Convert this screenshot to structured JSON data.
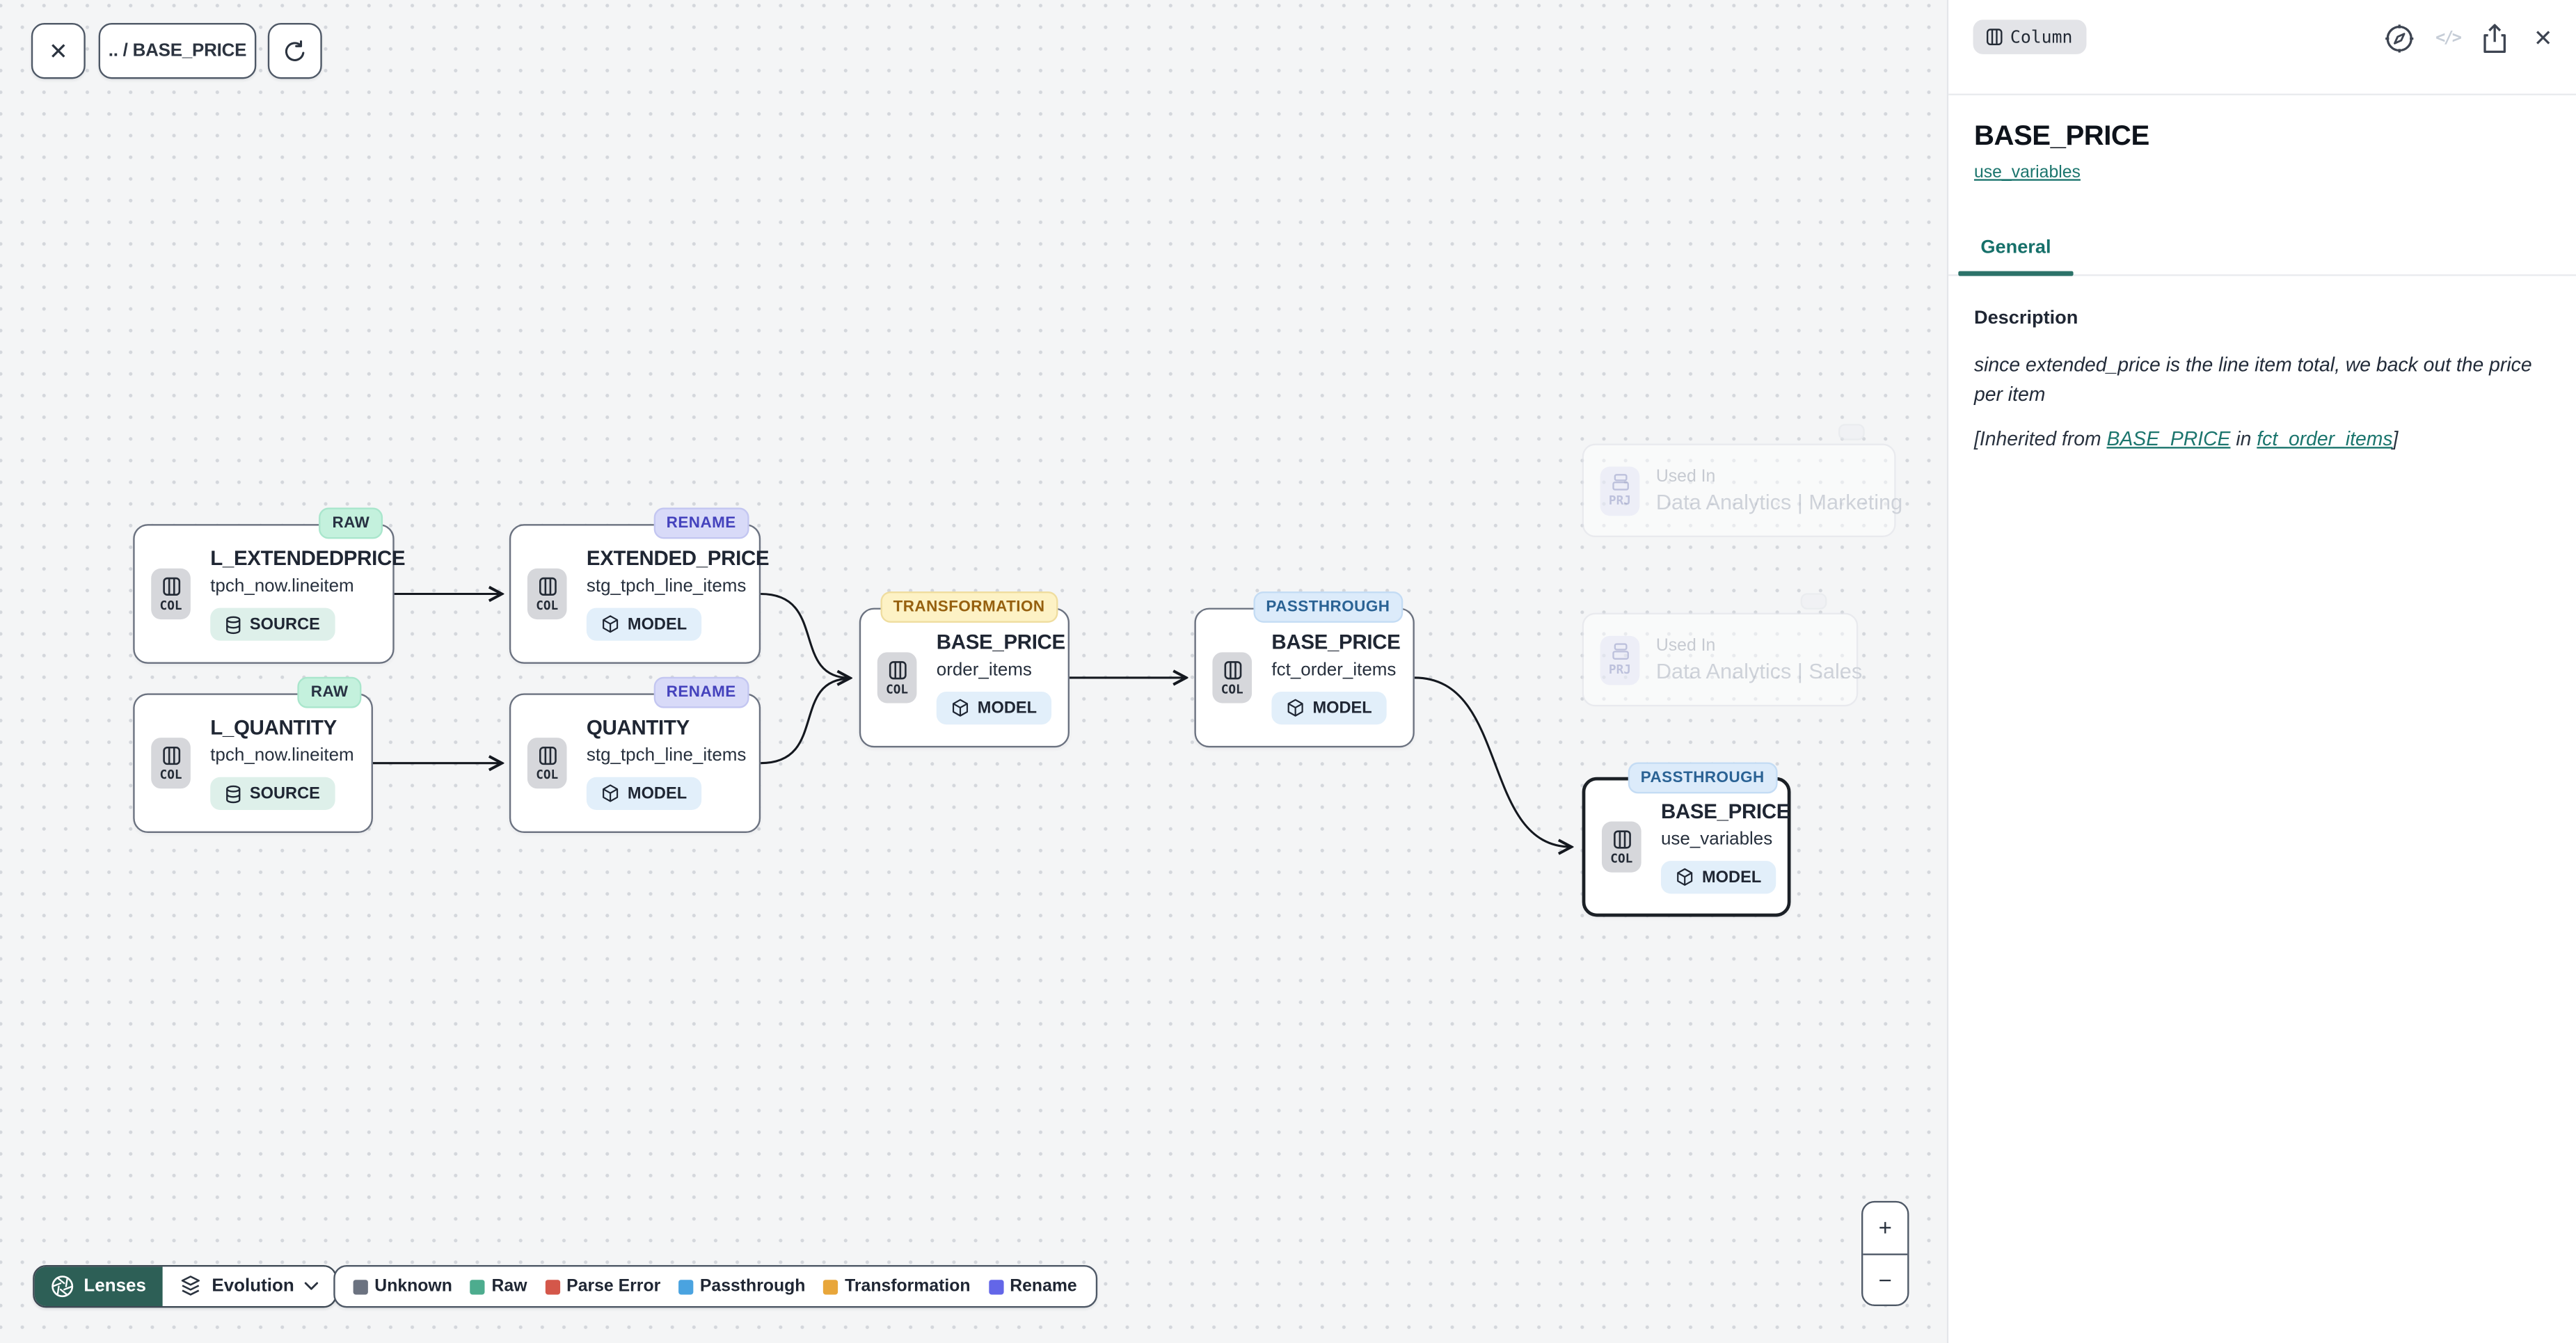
{
  "canvas": {
    "toolbar": {
      "close_glyph": "✕",
      "breadcrumb": ".. / BASE_PRICE"
    },
    "nodes": [
      {
        "badge": "RAW",
        "kind": "COL",
        "title": "L_EXTENDEDPRICE",
        "subtitle": "tpch_now.lineitem",
        "chip": "SOURCE"
      },
      {
        "badge": "RENAME",
        "kind": "COL",
        "title": "EXTENDED_PRICE",
        "subtitle": "stg_tpch_line_items",
        "chip": "MODEL"
      },
      {
        "badge": "RAW",
        "kind": "COL",
        "title": "L_QUANTITY",
        "subtitle": "tpch_now.lineitem",
        "chip": "SOURCE"
      },
      {
        "badge": "RENAME",
        "kind": "COL",
        "title": "QUANTITY",
        "subtitle": "stg_tpch_line_items",
        "chip": "MODEL"
      },
      {
        "badge": "TRANSFORMATION",
        "kind": "COL",
        "title": "BASE_PRICE",
        "subtitle": "order_items",
        "chip": "MODEL"
      },
      {
        "badge": "PASSTHROUGH",
        "kind": "COL",
        "title": "BASE_PRICE",
        "subtitle": "fct_order_items",
        "chip": "MODEL"
      },
      {
        "badge": "PASSTHROUGH",
        "kind": "COL",
        "title": "BASE_PRICE",
        "subtitle": "use_variables",
        "chip": "MODEL",
        "selected": true
      }
    ],
    "used_in": [
      {
        "kind": "PRJ",
        "label": "Used In",
        "project": "Data Analytics | Marketing"
      },
      {
        "kind": "PRJ",
        "label": "Used In",
        "project": "Data Analytics | Sales"
      }
    ],
    "lenses": {
      "button": "Lenses",
      "mode": "Evolution"
    },
    "legend": [
      {
        "label": "Unknown",
        "color": "#6b7280"
      },
      {
        "label": "Raw",
        "color": "#4dac8e"
      },
      {
        "label": "Parse Error",
        "color": "#d4574a"
      },
      {
        "label": "Passthrough",
        "color": "#4aa3e0"
      },
      {
        "label": "Transformation",
        "color": "#e8a63a"
      },
      {
        "label": "Rename",
        "color": "#6366e8"
      }
    ],
    "zoom": {
      "in": "+",
      "out": "−"
    }
  },
  "panel": {
    "type_badge": "Column",
    "code_glyph": "</>",
    "close_glyph": "✕",
    "title": "BASE_PRICE",
    "model_link": "use_variables",
    "tab": "General",
    "section_title": "Description",
    "description": "since extended_price is the line item total, we back out the price per item",
    "inherited": {
      "prefix": "[Inherited from ",
      "column_link": "BASE_PRICE",
      "middle": " in ",
      "model_link": "fct_order_items",
      "suffix": "]"
    }
  },
  "colors": {
    "accent_teal": "#1b756d",
    "selection_border": "#1b2026",
    "canvas_background": "#f4f5f6"
  }
}
